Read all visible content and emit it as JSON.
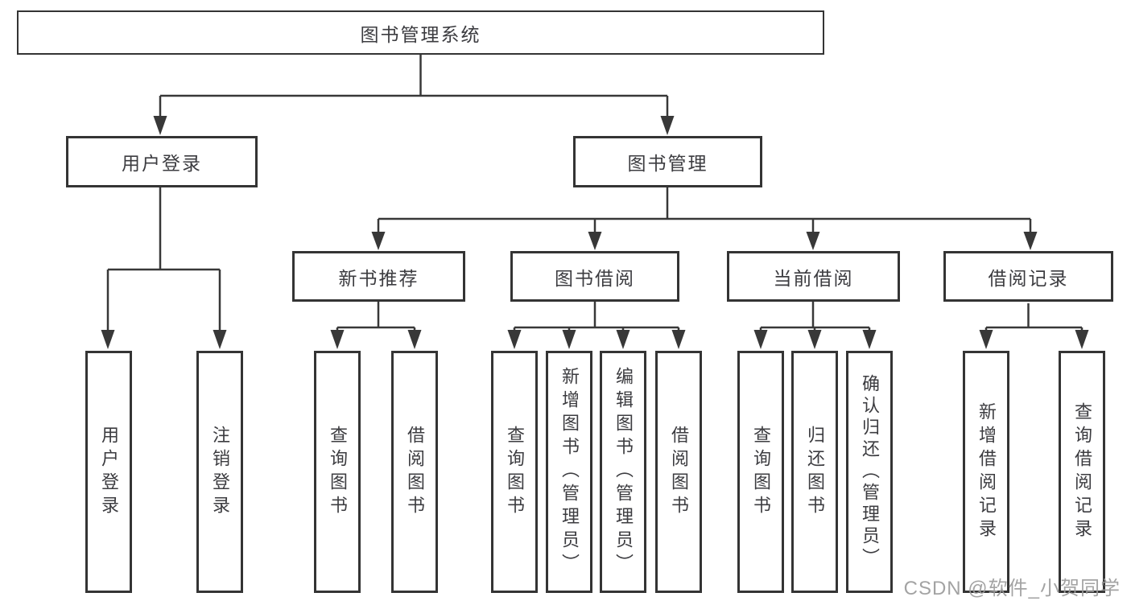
{
  "tree": {
    "root": "图书管理系统",
    "children": [
      {
        "label": "用户登录",
        "children": [
          {
            "label": "用户登录"
          },
          {
            "label": "注销登录"
          }
        ]
      },
      {
        "label": "图书管理",
        "children": [
          {
            "label": "新书推荐",
            "children": [
              {
                "label": "查询图书"
              },
              {
                "label": "借阅图书"
              }
            ]
          },
          {
            "label": "图书借阅",
            "children": [
              {
                "label": "查询图书"
              },
              {
                "label": "新增图书（管理员）"
              },
              {
                "label": "编辑图书（管理员）"
              },
              {
                "label": "借阅图书"
              }
            ]
          },
          {
            "label": "当前借阅",
            "children": [
              {
                "label": "查询图书"
              },
              {
                "label": "归还图书"
              },
              {
                "label": "确认归还（管理员）"
              }
            ]
          },
          {
            "label": "借阅记录",
            "children": [
              {
                "label": "新增借阅记录"
              },
              {
                "label": "查询借阅记录"
              }
            ]
          }
        ]
      }
    ]
  },
  "watermark": {
    "text": "CSDN @软件_小贺同学"
  },
  "colors": {
    "line": "#383838",
    "box_border": "#343434",
    "text": "#3c3c40",
    "watermark": "#9c9c9c",
    "background": "#ffffff"
  }
}
